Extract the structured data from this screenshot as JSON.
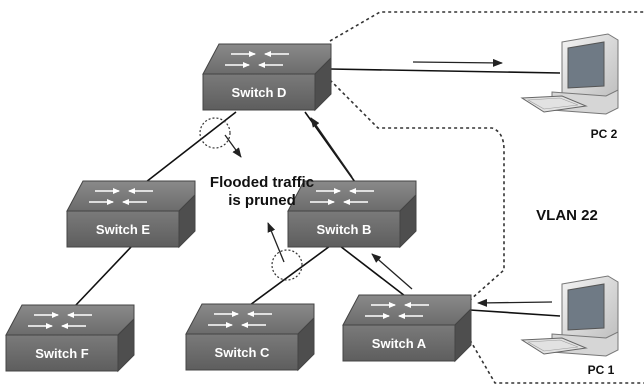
{
  "switches": {
    "d": "Switch D",
    "e": "Switch E",
    "b": "Switch B",
    "f": "Switch F",
    "c": "Switch C",
    "a": "Switch A"
  },
  "pcs": {
    "pc2": "PC 2",
    "pc1": "PC 1"
  },
  "annotations": {
    "flooded_line1": "Flooded traffic",
    "flooded_line2": "is pruned",
    "vlan": "VLAN 22"
  }
}
